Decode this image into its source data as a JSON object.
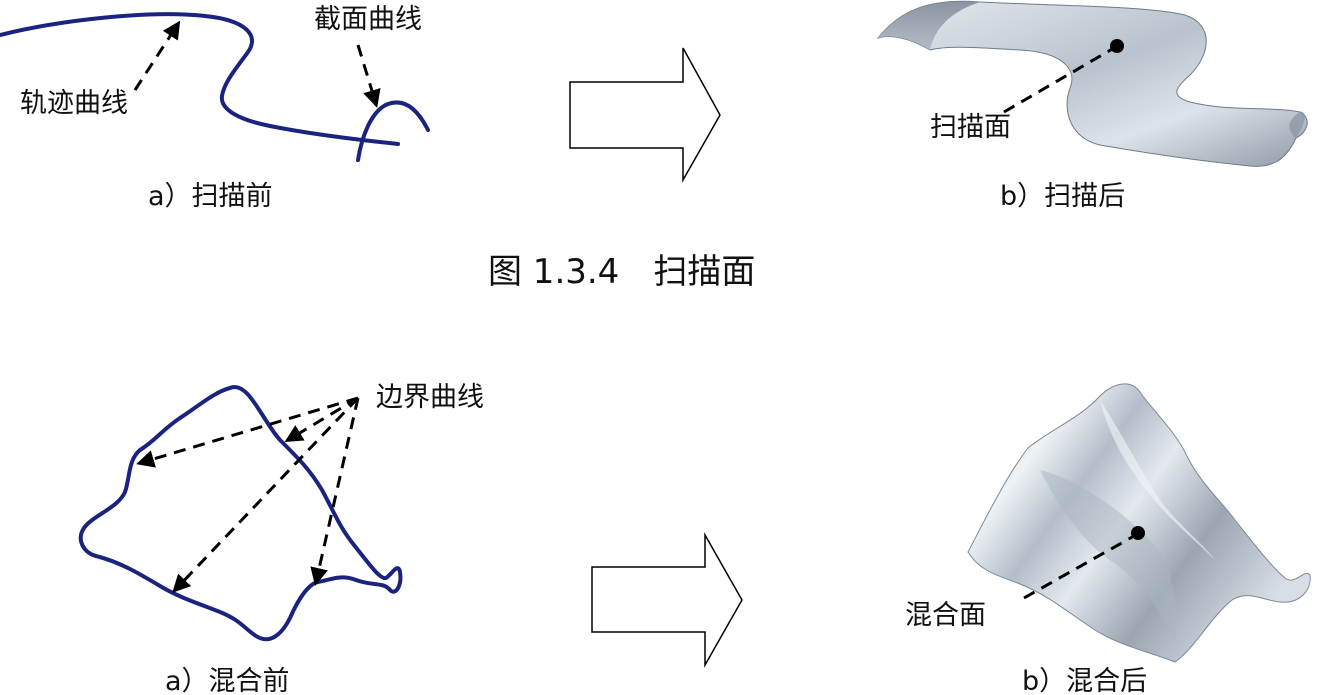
{
  "figure_caption": "图 1.3.4　扫描面",
  "sweep": {
    "before": {
      "trajectory_label": "轨迹曲线",
      "section_label": "截面曲线",
      "caption": "a）扫描前"
    },
    "after": {
      "surface_label": "扫描面",
      "caption": "b）扫描后"
    }
  },
  "blend": {
    "before": {
      "boundary_label": "边界曲线",
      "caption": "a）混合前"
    },
    "after": {
      "surface_label": "混合面",
      "caption": "b）混合后"
    }
  },
  "colors": {
    "curve": "#1a237e",
    "surface_light": "#dfe5ec",
    "surface_dark": "#8f9aa6"
  }
}
